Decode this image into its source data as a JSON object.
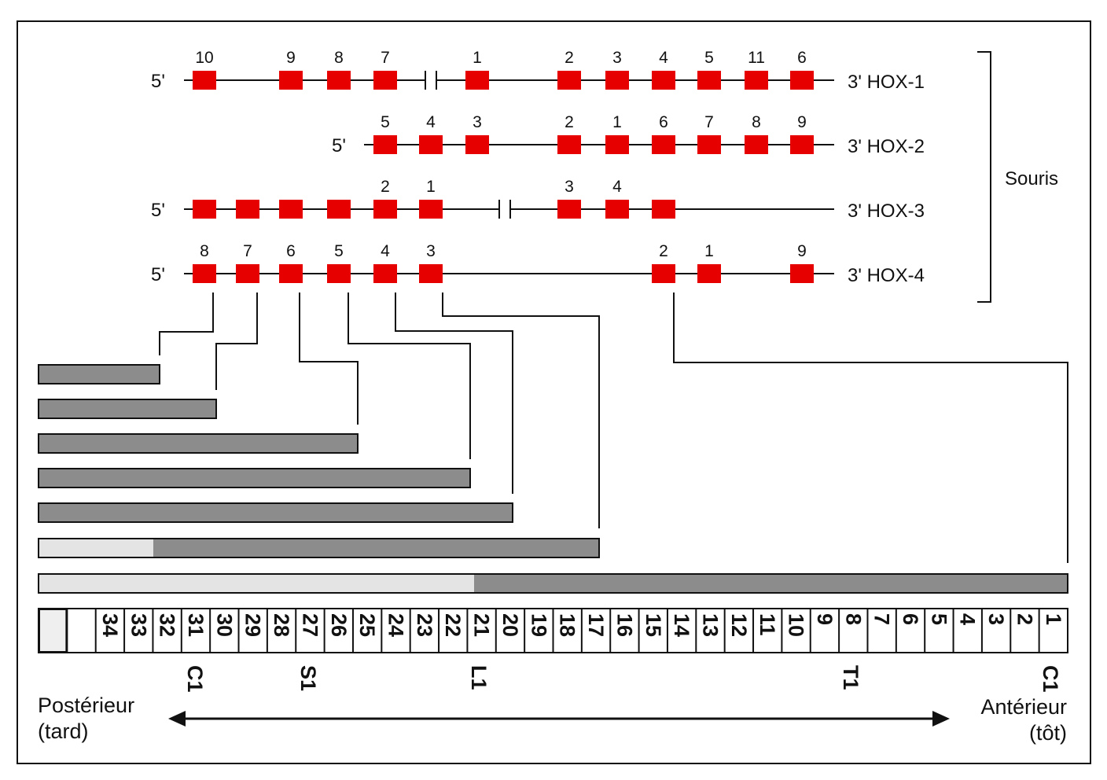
{
  "clusters": [
    {
      "five_prime": "5'",
      "name": "3' HOX-1",
      "genes": [
        "10",
        "9",
        "8",
        "7",
        "1",
        "2",
        "3",
        "4",
        "5",
        "11",
        "6"
      ]
    },
    {
      "five_prime": "5'",
      "name": "3' HOX-2",
      "genes": [
        "5",
        "4",
        "3",
        "2",
        "1",
        "6",
        "7",
        "8",
        "9"
      ]
    },
    {
      "five_prime": "5'",
      "name": "3' HOX-3",
      "genes": [
        "",
        "",
        "",
        "",
        "2",
        "1",
        "3",
        "4",
        ""
      ]
    },
    {
      "five_prime": "5'",
      "name": "3' HOX-4",
      "genes": [
        "8",
        "7",
        "6",
        "5",
        "4",
        "3",
        "2",
        "1",
        "9"
      ]
    }
  ],
  "species_label": "Souris",
  "segments": [
    "34",
    "33",
    "32",
    "31",
    "30",
    "29",
    "28",
    "27",
    "26",
    "25",
    "24",
    "23",
    "22",
    "21",
    "20",
    "19",
    "18",
    "17",
    "16",
    "15",
    "14",
    "13",
    "12",
    "11",
    "10",
    "9",
    "8",
    "7",
    "6",
    "5",
    "4",
    "3",
    "2",
    "1"
  ],
  "region_labels": [
    "C1",
    "S1",
    "L1",
    "T1",
    "C1"
  ],
  "axis": {
    "left_line1": "Postérieur",
    "left_line2": "(tard)",
    "right_line1": "Antérieur",
    "right_line2": "(tôt)"
  },
  "colors": {
    "gene_box": "#e60000",
    "expression_strong": "#8c8c8c",
    "expression_weak": "#e4e4e4"
  }
}
